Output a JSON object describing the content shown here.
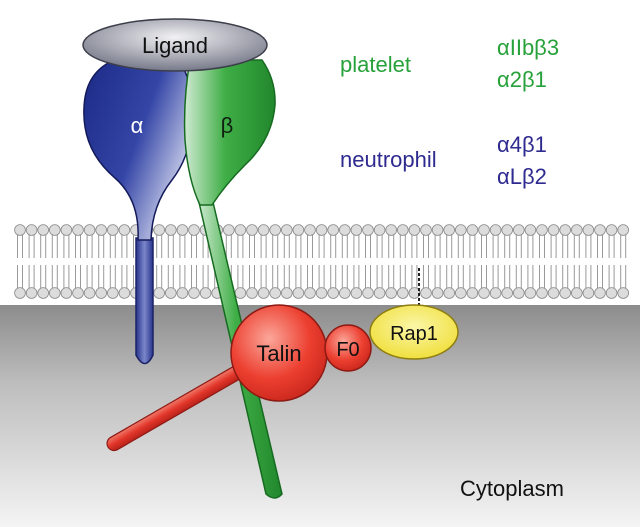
{
  "diagram": {
    "ligand": "Ligand",
    "alpha_subunit": "α",
    "beta_subunit": "β",
    "talin": "Talin",
    "f0": "F0",
    "rap1": "Rap1",
    "compartment": "Cytoplasm",
    "cell_types": [
      {
        "name": "platelet",
        "integrins": [
          "αIIbβ3",
          "α2β1"
        ],
        "color": "#27a13a"
      },
      {
        "name": "neutrophil",
        "integrins": [
          "α4β1",
          "αLβ2"
        ],
        "color": "#2e2a8f"
      }
    ]
  },
  "colors": {
    "alpha": "#1f2f8f",
    "beta": "#2f9a38",
    "talin": "#e8372b",
    "rap1": "#f2e135",
    "ligand": "#6c6f80",
    "membrane_head": "#dcdcdc"
  }
}
